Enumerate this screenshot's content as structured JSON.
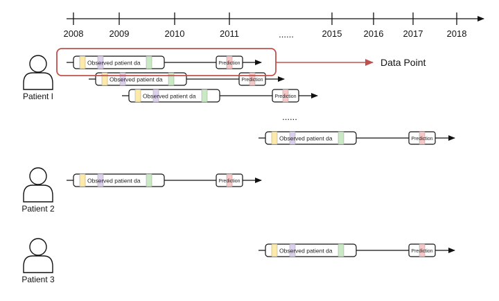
{
  "timeline": {
    "years": [
      "2008",
      "2009",
      "2010",
      "2011",
      "2015",
      "2016",
      "2017",
      "2018"
    ],
    "gap_ellipsis": "......"
  },
  "patients": [
    {
      "label": "Patient I"
    },
    {
      "label": "Patient 2"
    },
    {
      "label": "Patient 3"
    }
  ],
  "sample": {
    "observed_label": "Observed patient da",
    "prediction_label": "Prediction"
  },
  "between_rows_ellipsis": "......",
  "callout": {
    "label": "Data Point",
    "highlight_color": "#c0504d"
  },
  "colors": {
    "yellow": "#fde9a8",
    "purple": "#ddd0ee",
    "green": "#c9e8c4",
    "red": "#f7c6c6"
  }
}
